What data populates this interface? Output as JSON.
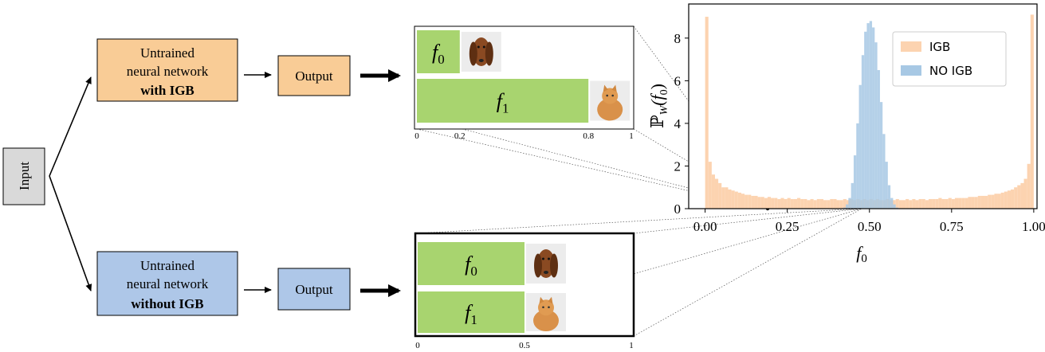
{
  "colors": {
    "orange": "#f9cc96",
    "blue": "#aec7e8",
    "green": "#a8d46f",
    "gray": "#d9d9d9",
    "igb_hist": "#fcd3b0",
    "noigb_hist": "#a7c8e4"
  },
  "input_label": "Input",
  "top_branch": {
    "line1": "Untrained",
    "line2": "neural network",
    "line3": "with IGB",
    "output_label": "Output",
    "bars": [
      {
        "label": "f",
        "sub": "0",
        "value": 0.2,
        "icon": "dog-photo"
      },
      {
        "label": "f",
        "sub": "1",
        "value": 0.8,
        "icon": "cat-photo"
      }
    ],
    "axis_ticks": [
      "0",
      "0.2",
      "0.8",
      "1"
    ]
  },
  "bottom_branch": {
    "line1": "Untrained",
    "line2": "neural network",
    "line3": "without IGB",
    "output_label": "Output",
    "bars": [
      {
        "label": "f",
        "sub": "0",
        "value": 0.5,
        "icon": "dog-photo"
      },
      {
        "label": "f",
        "sub": "1",
        "value": 0.5,
        "icon": "cat-photo"
      }
    ],
    "axis_ticks": [
      "0",
      "0.5",
      "1"
    ]
  },
  "chart_data": {
    "type": "bar",
    "xlabel": "f",
    "xlabel_sub": "0",
    "ylabel": "ℙ",
    "ylabel_sub": "W",
    "ylabel_arg": "(f",
    "ylabel_arg_sub": "0",
    "ylabel_close": ")",
    "xlim": [
      -0.05,
      1.01
    ],
    "ylim": [
      0,
      9.6
    ],
    "xticks": [
      "0.00",
      "0.25",
      "0.50",
      "0.75",
      "1.00"
    ],
    "yticks": [
      "0",
      "2",
      "4",
      "6",
      "8"
    ],
    "legend_position": "top-right",
    "series": [
      {
        "name": "IGB",
        "bin_width": 0.01,
        "x": [
          0.0,
          0.01,
          0.02,
          0.03,
          0.04,
          0.05,
          0.06,
          0.07,
          0.08,
          0.09,
          0.1,
          0.11,
          0.12,
          0.13,
          0.14,
          0.15,
          0.16,
          0.17,
          0.18,
          0.19,
          0.2,
          0.21,
          0.22,
          0.23,
          0.24,
          0.25,
          0.26,
          0.27,
          0.28,
          0.29,
          0.3,
          0.31,
          0.32,
          0.33,
          0.34,
          0.35,
          0.36,
          0.37,
          0.38,
          0.39,
          0.4,
          0.41,
          0.42,
          0.43,
          0.44,
          0.45,
          0.46,
          0.47,
          0.48,
          0.49,
          0.5,
          0.51,
          0.52,
          0.53,
          0.54,
          0.55,
          0.56,
          0.57,
          0.58,
          0.59,
          0.6,
          0.61,
          0.62,
          0.63,
          0.64,
          0.65,
          0.66,
          0.67,
          0.68,
          0.69,
          0.7,
          0.71,
          0.72,
          0.73,
          0.74,
          0.75,
          0.76,
          0.77,
          0.78,
          0.79,
          0.8,
          0.81,
          0.82,
          0.83,
          0.84,
          0.85,
          0.86,
          0.87,
          0.88,
          0.89,
          0.9,
          0.91,
          0.92,
          0.93,
          0.94,
          0.95,
          0.96,
          0.97,
          0.98,
          0.99
        ],
        "values": [
          9.0,
          2.2,
          1.6,
          1.4,
          1.2,
          1.0,
          1.0,
          0.9,
          0.85,
          0.8,
          0.75,
          0.7,
          0.65,
          0.65,
          0.6,
          0.6,
          0.55,
          0.55,
          0.5,
          0.55,
          0.5,
          0.5,
          0.45,
          0.5,
          0.45,
          0.5,
          0.45,
          0.45,
          0.5,
          0.45,
          0.45,
          0.4,
          0.45,
          0.4,
          0.45,
          0.45,
          0.4,
          0.4,
          0.45,
          0.45,
          0.4,
          0.4,
          0.45,
          0.4,
          0.45,
          0.4,
          0.45,
          0.4,
          0.45,
          0.4,
          0.45,
          0.4,
          0.45,
          0.4,
          0.4,
          0.45,
          0.4,
          0.4,
          0.45,
          0.4,
          0.4,
          0.45,
          0.4,
          0.45,
          0.4,
          0.45,
          0.45,
          0.4,
          0.45,
          0.45,
          0.45,
          0.5,
          0.45,
          0.45,
          0.5,
          0.45,
          0.5,
          0.5,
          0.5,
          0.5,
          0.55,
          0.55,
          0.55,
          0.6,
          0.6,
          0.6,
          0.65,
          0.65,
          0.7,
          0.7,
          0.75,
          0.8,
          0.85,
          0.9,
          1.0,
          1.1,
          1.2,
          1.4,
          2.1,
          9.1
        ]
      },
      {
        "name": "NO IGB",
        "bin_width": 0.008,
        "x": [
          0.42,
          0.428,
          0.436,
          0.444,
          0.452,
          0.46,
          0.468,
          0.476,
          0.484,
          0.492,
          0.5,
          0.508,
          0.516,
          0.524,
          0.532,
          0.54,
          0.548,
          0.556,
          0.564,
          0.572,
          0.58
        ],
        "values": [
          0.05,
          0.2,
          0.5,
          1.2,
          2.5,
          4.0,
          5.8,
          7.2,
          8.3,
          8.7,
          8.8,
          8.5,
          7.8,
          6.5,
          5.0,
          3.5,
          2.2,
          1.1,
          0.5,
          0.2,
          0.05
        ]
      }
    ]
  }
}
